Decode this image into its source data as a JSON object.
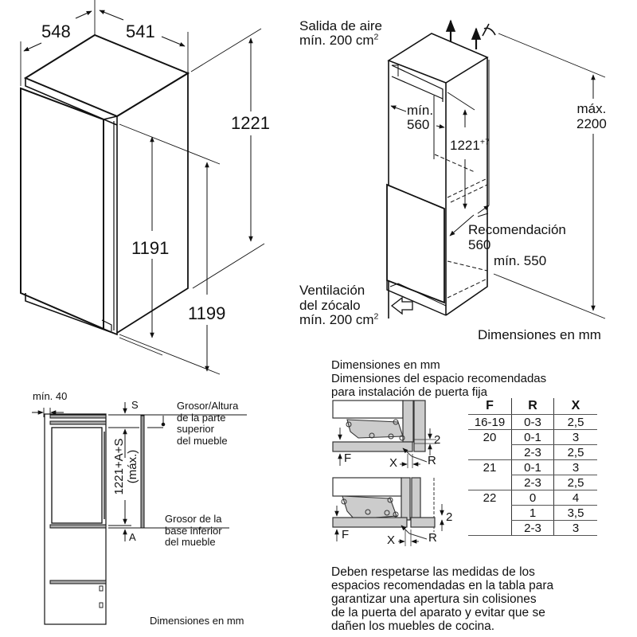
{
  "figure1": {
    "name": "appliance-dimensions",
    "width": "548",
    "depth": "541",
    "height_total": "1221",
    "height_door": "1191",
    "height_body": "1199"
  },
  "figure2": {
    "name": "niche-installation",
    "air_outlet_line1": "Salida de aire",
    "air_outlet_line2": "mín. 200 cm",
    "air_outlet_sup": "2",
    "min_width_line1": "mín.",
    "min_width_line2": "560",
    "niche_height": "1221",
    "niche_height_sup": "+7",
    "max_height_line1": "máx.",
    "max_height_line2": "2200",
    "recommendation_line1": "Recomendación",
    "recommendation_line2": "560",
    "min_depth": "mín. 550",
    "plinth_vent_line1": "Ventilación",
    "plinth_vent_line2": "del zócalo",
    "plinth_vent_line3": "mín. 200 cm",
    "plinth_vent_sup": "2",
    "units_note": "Dimensiones en mm"
  },
  "figure3": {
    "name": "side-section",
    "min_gap": "mín. 40",
    "label_s": "S",
    "label_a": "A",
    "vertical_dim_line1": "1221+A+S",
    "vertical_dim_line2": "(máx.)",
    "top_label": [
      "Grosor/Altura",
      "de la parte",
      "superior",
      "del mueble"
    ],
    "bottom_label": [
      "Grosor de la",
      "base inferior",
      "del mueble"
    ],
    "units_note": "Dimensiones en mm"
  },
  "figure4": {
    "title_line1": "Dimensiones en mm",
    "title_line2": "Dimensiones del espacio recomendadas",
    "title_line3": "para instalación de puerta fija",
    "hinge_labels": {
      "gap": "2",
      "f": "F",
      "x": "X",
      "r": "R"
    },
    "table": {
      "headers": [
        "F",
        "R",
        "X"
      ],
      "rows": [
        [
          "16-19",
          "0-3",
          "2,5"
        ],
        [
          "20",
          "0-1",
          "3"
        ],
        [
          "",
          "2-3",
          "2,5"
        ],
        [
          "21",
          "0-1",
          "3"
        ],
        [
          "",
          "2-3",
          "2,5"
        ],
        [
          "22",
          "0",
          "4"
        ],
        [
          "",
          "1",
          "3,5"
        ],
        [
          "",
          "2-3",
          "3"
        ]
      ]
    },
    "note": [
      "Deben respetarse las medidas de los",
      "espacios recomendadas en la tabla para",
      "garantizar una apertura sin colisiones",
      "de la puerta del aparato y evitar que se",
      "dañen los muebles de cocina."
    ]
  }
}
